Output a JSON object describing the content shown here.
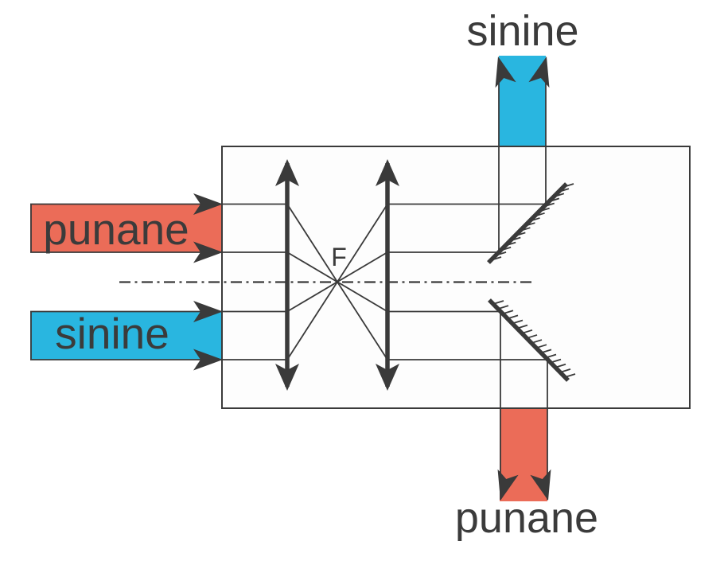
{
  "labels": {
    "input_top": "punane",
    "input_bottom": "sinine",
    "output_top": "sinine",
    "output_bottom": "punane",
    "focal_point": "F"
  },
  "colors": {
    "red": "#EB6C58",
    "blue": "#29B6E0",
    "line": "#3A3A3A",
    "text": "#3B3B3B",
    "background": "#FFFFFF"
  },
  "diagram": {
    "type": "optics-lens-color-separation",
    "input_beams": [
      {
        "label": "punane",
        "color": "red",
        "side": "left-upper"
      },
      {
        "label": "sinine",
        "color": "blue",
        "side": "left-lower"
      }
    ],
    "output_beams": [
      {
        "label": "sinine",
        "color": "blue",
        "side": "top-right"
      },
      {
        "label": "punane",
        "color": "red",
        "side": "bottom-right"
      }
    ],
    "elements": [
      "box",
      "lens-left",
      "lens-right",
      "focal-point-F",
      "optical-axis",
      "mirror-top",
      "mirror-bottom"
    ]
  }
}
